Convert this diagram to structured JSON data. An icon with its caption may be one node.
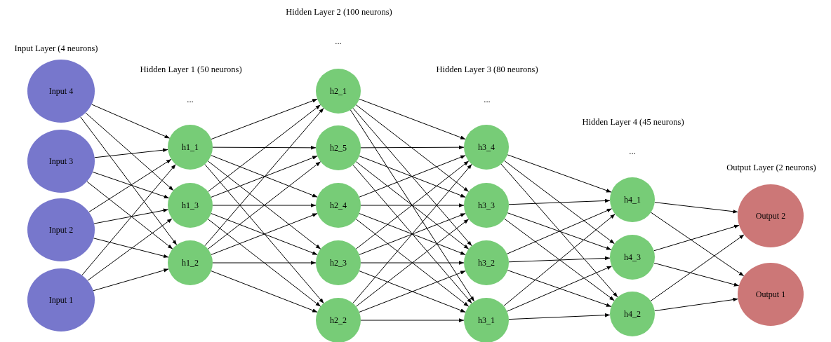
{
  "diagram": {
    "nodes": [
      {
        "text": [
          "Input 4"
        ]
      },
      {
        "text": [
          "Input 3"
        ]
      },
      {
        "text": [
          "Input 2"
        ]
      },
      {
        "text": [
          "Input 1"
        ]
      },
      {
        "text": [
          "h1_1"
        ]
      },
      {
        "text": [
          "h1_3"
        ]
      },
      {
        "text": [
          "h1_2"
        ]
      },
      {
        "text": [
          "h2_1"
        ]
      },
      {
        "text": [
          "h2_5"
        ]
      },
      {
        "text": [
          "h2_4"
        ]
      },
      {
        "text": [
          "h2_3"
        ]
      },
      {
        "text": [
          "h2_2"
        ]
      },
      {
        "text": [
          "h3_4"
        ]
      },
      {
        "text": [
          "h3_3"
        ]
      },
      {
        "text": [
          "h3_2"
        ]
      },
      {
        "text": [
          "h3_1"
        ]
      },
      {
        "text": [
          "h4_1"
        ]
      },
      {
        "text": [
          "h4_3"
        ]
      },
      {
        "text": [
          "h4_2"
        ]
      },
      {
        "text": [
          "Output 2"
        ]
      },
      {
        "text": [
          "Output 1"
        ]
      }
    ],
    "edges": [
      {
        "from": 0,
        "to": 4,
        "arrow": "to"
      },
      {
        "from": 0,
        "to": 5,
        "arrow": "to"
      },
      {
        "from": 0,
        "to": 6,
        "arrow": "to"
      },
      {
        "from": 1,
        "to": 4,
        "arrow": "to"
      },
      {
        "from": 1,
        "to": 5,
        "arrow": "to"
      },
      {
        "from": 1,
        "to": 6,
        "arrow": "to"
      },
      {
        "from": 2,
        "to": 4,
        "arrow": "to"
      },
      {
        "from": 2,
        "to": 5,
        "arrow": "to"
      },
      {
        "from": 2,
        "to": 6,
        "arrow": "to"
      },
      {
        "from": 3,
        "to": 4,
        "arrow": "to"
      },
      {
        "from": 3,
        "to": 5,
        "arrow": "to"
      },
      {
        "from": 3,
        "to": 6,
        "arrow": "to"
      },
      {
        "from": 4,
        "to": 7,
        "arrow": "to"
      },
      {
        "from": 4,
        "to": 8,
        "arrow": "to"
      },
      {
        "from": 4,
        "to": 9,
        "arrow": "to"
      },
      {
        "from": 4,
        "to": 10,
        "arrow": "to"
      },
      {
        "from": 4,
        "to": 11,
        "arrow": "to"
      },
      {
        "from": 5,
        "to": 7,
        "arrow": "to"
      },
      {
        "from": 5,
        "to": 8,
        "arrow": "to"
      },
      {
        "from": 5,
        "to": 9,
        "arrow": "to"
      },
      {
        "from": 5,
        "to": 10,
        "arrow": "to"
      },
      {
        "from": 5,
        "to": 11,
        "arrow": "to"
      },
      {
        "from": 6,
        "to": 7,
        "arrow": "to"
      },
      {
        "from": 6,
        "to": 8,
        "arrow": "to"
      },
      {
        "from": 6,
        "to": 9,
        "arrow": "to"
      },
      {
        "from": 6,
        "to": 10,
        "arrow": "to"
      },
      {
        "from": 6,
        "to": 11,
        "arrow": "to"
      },
      {
        "from": 7,
        "to": 12,
        "arrow": "to"
      },
      {
        "from": 7,
        "to": 13,
        "arrow": "to"
      },
      {
        "from": 7,
        "to": 14,
        "arrow": "to"
      },
      {
        "from": 7,
        "to": 15,
        "arrow": "to"
      },
      {
        "from": 8,
        "to": 12,
        "arrow": "to"
      },
      {
        "from": 8,
        "to": 13,
        "arrow": "to"
      },
      {
        "from": 8,
        "to": 14,
        "arrow": "to"
      },
      {
        "from": 8,
        "to": 15,
        "arrow": "to"
      },
      {
        "from": 9,
        "to": 12,
        "arrow": "to"
      },
      {
        "from": 9,
        "to": 13,
        "arrow": "to"
      },
      {
        "from": 9,
        "to": 14,
        "arrow": "to"
      },
      {
        "from": 9,
        "to": 15,
        "arrow": "to"
      },
      {
        "from": 10,
        "to": 12,
        "arrow": "to"
      },
      {
        "from": 10,
        "to": 13,
        "arrow": "to"
      },
      {
        "from": 10,
        "to": 14,
        "arrow": "to"
      },
      {
        "from": 10,
        "to": 15,
        "arrow": "to"
      },
      {
        "from": 11,
        "to": 12,
        "arrow": "to"
      },
      {
        "from": 11,
        "to": 13,
        "arrow": "to"
      },
      {
        "from": 11,
        "to": 14,
        "arrow": "to"
      },
      {
        "from": 11,
        "to": 15,
        "arrow": "to"
      },
      {
        "from": 12,
        "to": 16,
        "arrow": "to"
      },
      {
        "from": 12,
        "to": 17,
        "arrow": "to"
      },
      {
        "from": 12,
        "to": 18,
        "arrow": "to"
      },
      {
        "from": 13,
        "to": 16,
        "arrow": "to"
      },
      {
        "from": 13,
        "to": 17,
        "arrow": "to"
      },
      {
        "from": 13,
        "to": 18,
        "arrow": "to"
      },
      {
        "from": 14,
        "to": 16,
        "arrow": "to"
      },
      {
        "from": 14,
        "to": 17,
        "arrow": "to"
      },
      {
        "from": 14,
        "to": 18,
        "arrow": "to"
      },
      {
        "from": 15,
        "to": 16,
        "arrow": "to"
      },
      {
        "from": 15,
        "to": 17,
        "arrow": "to"
      },
      {
        "from": 15,
        "to": 18,
        "arrow": "to"
      },
      {
        "from": 16,
        "to": 19,
        "arrow": "to"
      },
      {
        "from": 16,
        "to": 20,
        "arrow": "to"
      },
      {
        "from": 17,
        "to": 19,
        "arrow": "to"
      },
      {
        "from": 17,
        "to": 20,
        "arrow": "to"
      },
      {
        "from": 18,
        "to": 19,
        "arrow": "to"
      },
      {
        "from": 18,
        "to": 20,
        "arrow": "to"
      }
    ],
    "labels": [
      "Hidden Layer 2 (100 neurons)",
      "...",
      "Input Layer (4 neurons)",
      "Hidden Layer 1 (50 neurons)",
      "Hidden Layer 3 (80 neurons)",
      "...",
      "...",
      "Hidden Layer 4 (45 neurons)",
      "...",
      "Output Layer (2 neurons)"
    ]
  }
}
